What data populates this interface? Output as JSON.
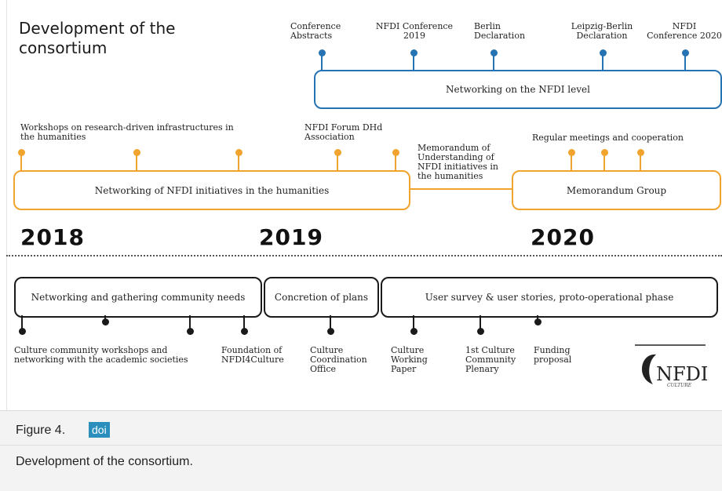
{
  "figure": {
    "heading": "Development of the consortium",
    "years": [
      "2018",
      "2019",
      "2020"
    ],
    "nfdi_level": {
      "box_label": "Networking on the NFDI level",
      "events": [
        "Conference Abstracts",
        "NFDI Conference 2019",
        "Berlin Declaration",
        "Leipzig-Berlin Declaration",
        "NFDI Conference 2020"
      ]
    },
    "humanities": {
      "box_label": "Networking of NFDI initiatives in the humanities",
      "workshops": "Workshops on research-driven infrastructures in the humanities",
      "forum": "NFDI Forum DHd Association",
      "memorandum": "Memorandum of Understanding of NFDI initiatives in the humanities"
    },
    "memorandum_group": {
      "box_label": "Memorandum Group",
      "events": "Regular meetings and cooperation"
    },
    "phases": [
      "Networking and gathering community needs",
      "Concretion of plans",
      "User survey & user stories, proto-operational phase"
    ],
    "milestones": [
      "Culture community workshops and networking with the academic societies",
      "Foundation of NFDI4Culture",
      "Culture Coordination Office",
      "Culture Working Paper",
      "1st Culture Community Plenary",
      "Funding proposal"
    ],
    "logo": {
      "text": "NFDI",
      "subtext": "CULTURE"
    },
    "colors": {
      "nfdi_blue": "#2673b4",
      "humanities_orange": "#f0a42d",
      "phase_black": "#1a1a1a"
    }
  },
  "caption": {
    "label": "Figure 4.",
    "doi": "doi",
    "text": "Development of the consortium."
  }
}
